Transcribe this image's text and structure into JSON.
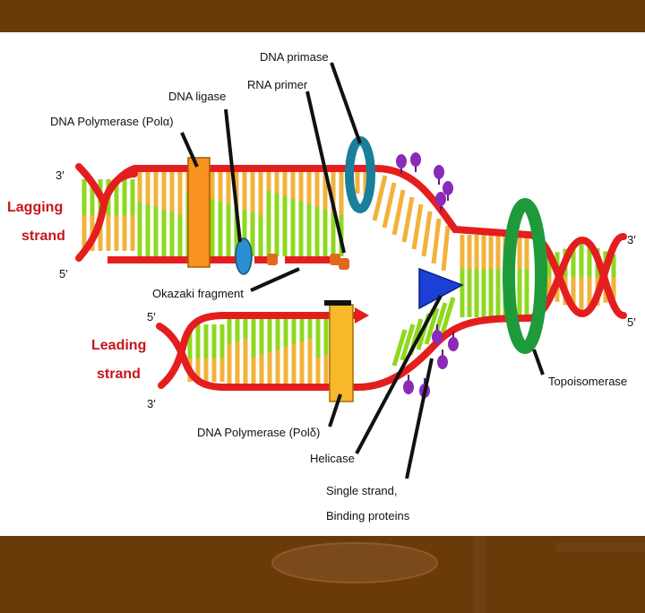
{
  "labels": {
    "dna_primase": "DNA primase",
    "rna_primer": "RNA primer",
    "dna_ligase": "DNA ligase",
    "pol_alpha": "DNA Polymerase (Polα)",
    "okazaki": "Okazaki fragment",
    "pol_delta": "DNA Polymerase (Polδ)",
    "helicase": "Helicase",
    "ssb_line1": "Single strand,",
    "ssb_line2": "Binding proteins",
    "topoisomerase": "Topoisomerase"
  },
  "strands": {
    "lagging_line1": "Lagging",
    "lagging_line2": "strand",
    "leading_line1": "Leading",
    "leading_line2": "strand"
  },
  "ends": {
    "lag_top": "3′",
    "lag_bottom": "5′",
    "lead_top": "5′",
    "lead_bottom": "3′",
    "right_top": "3′",
    "right_bottom": "5′"
  },
  "colors": {
    "background": "#6a3a08",
    "backbone": "#e41e1e",
    "base_yellow": "#f2b23a",
    "base_green": "#8ed81e",
    "polymerase": "#f7931e",
    "primase": "#1a7f9a",
    "ligase": "#2a8fd0",
    "helicase": "#1c3fd6",
    "topoisomerase": "#1e9a3a",
    "ssb": "#8a2bb8",
    "label_red": "#c4161c"
  }
}
